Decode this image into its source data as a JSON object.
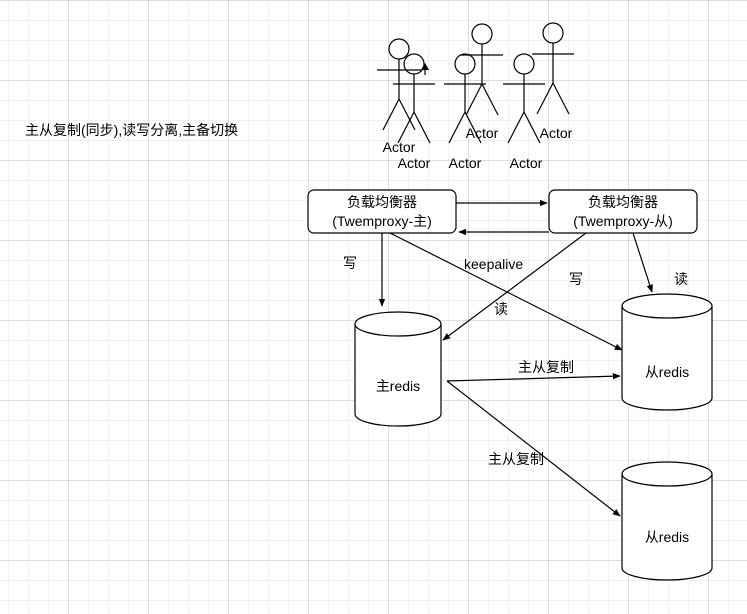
{
  "note": "主从复制(同步),读写分离,主备切换",
  "actor_label": "Actor",
  "load_balancers": {
    "master": {
      "line1": "负载均衡器",
      "line2": "(Twemproxy-主)"
    },
    "slave": {
      "line1": "负载均衡器",
      "line2": "(Twemproxy-从)"
    }
  },
  "databases": {
    "master": "主redis",
    "slave1": "从redis",
    "slave2": "从redis"
  },
  "edge_labels": {
    "write_left": "写",
    "keepalive": "keepalive",
    "read_mid": "读",
    "write_mid": "写",
    "read_right": "读",
    "replicate_1": "主从复制",
    "replicate_2": "主从复制"
  }
}
